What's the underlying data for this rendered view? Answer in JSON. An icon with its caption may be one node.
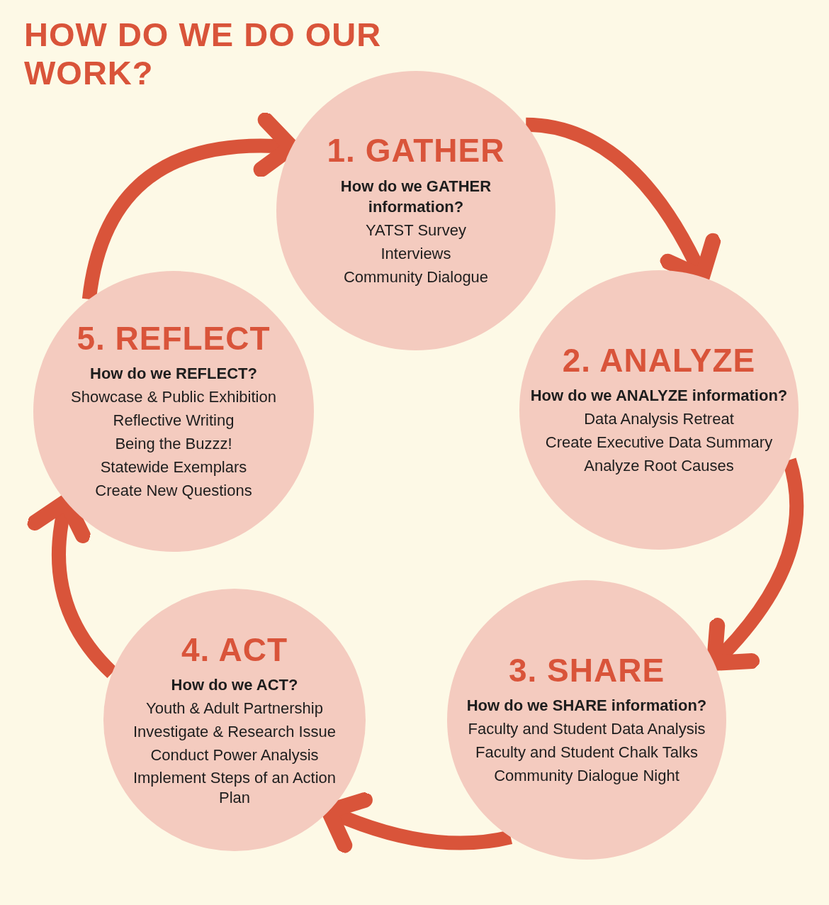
{
  "diagram": {
    "title": "HOW DO WE DO OUR WORK?",
    "nodes": [
      {
        "text": [
          "1. GATHER",
          "How do we GATHER information?",
          "YATST Survey",
          "Interviews",
          "Community Dialogue"
        ]
      },
      {
        "text": [
          "2. ANALYZE",
          "How do we ANALYZE information?",
          "Data Analysis Retreat",
          "Create Executive Data Summary",
          "Analyze Root Causes"
        ]
      },
      {
        "text": [
          "3. SHARE",
          "How do we SHARE information?",
          "Faculty and Student Data Analysis",
          "Faculty and Student Chalk Talks",
          "Community Dialogue Night"
        ]
      },
      {
        "text": [
          "4. ACT",
          "How do we ACT?",
          "Youth & Adult Partnership",
          "Investigate & Research Issue",
          "Conduct Power Analysis",
          "Implement Steps of an Action Plan"
        ]
      },
      {
        "text": [
          "5. REFLECT",
          "How do we REFLECT?",
          "Showcase & Public Exhibition",
          "Reflective Writing",
          "Being the Buzzz!",
          "Statewide Exemplars",
          "Create New Questions"
        ]
      }
    ],
    "edges": [
      {
        "from": 0,
        "to": 1,
        "arrow": "to"
      },
      {
        "from": 1,
        "to": 2,
        "arrow": "to"
      },
      {
        "from": 2,
        "to": 3,
        "arrow": "to"
      },
      {
        "from": 3,
        "to": 4,
        "arrow": "to"
      },
      {
        "from": 4,
        "to": 0,
        "arrow": "to"
      }
    ]
  }
}
